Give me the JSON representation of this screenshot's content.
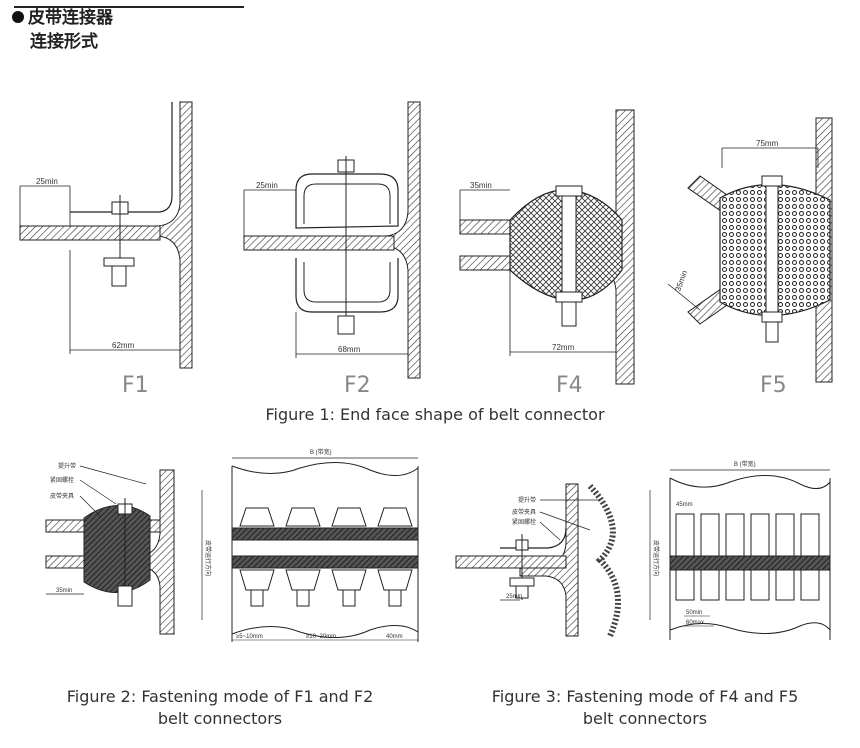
{
  "header": {
    "title": "皮带连接器",
    "subtitle": "连接形式"
  },
  "figure1": {
    "caption": "Figure 1: End face shape of belt connector",
    "panels": [
      {
        "label": "F1",
        "dim_top": "25min",
        "dim_bottom": "62mm"
      },
      {
        "label": "F2",
        "dim_top": "25min",
        "dim_bottom": "68mm"
      },
      {
        "label": "F4",
        "dim_top": "35min",
        "dim_bottom": "72mm"
      },
      {
        "label": "F5",
        "dim_top": "75mm",
        "dim_side": "35min"
      }
    ]
  },
  "figure2": {
    "caption_line1": "Figure 2: Fastening mode of F1 and F2",
    "caption_line2": "belt connectors",
    "labels": {
      "lift_belt": "提升带",
      "fastening_bolt": "紧固螺栓",
      "belt_clamp": "皮带夹具",
      "dim_left": "35min",
      "width_label": "B (带宽)",
      "direction": "皮带运行方向",
      "dim_a": "≥5~10mm",
      "dim_b": "≥10~20mm",
      "dim_c": "40mm"
    }
  },
  "figure3": {
    "caption_line1": "Figure 3: Fastening mode of F4 and F5",
    "caption_line2": "belt connectors",
    "labels": {
      "lift_belt": "提升带",
      "belt_clamp": "皮带夹具",
      "fastening_bolt": "紧固螺栓",
      "dim_left": "25min",
      "width_label": "B (带宽)",
      "direction": "皮带运行方向",
      "dim_top": "45mm",
      "dim_min": "50min",
      "dim_max": "60max"
    }
  }
}
